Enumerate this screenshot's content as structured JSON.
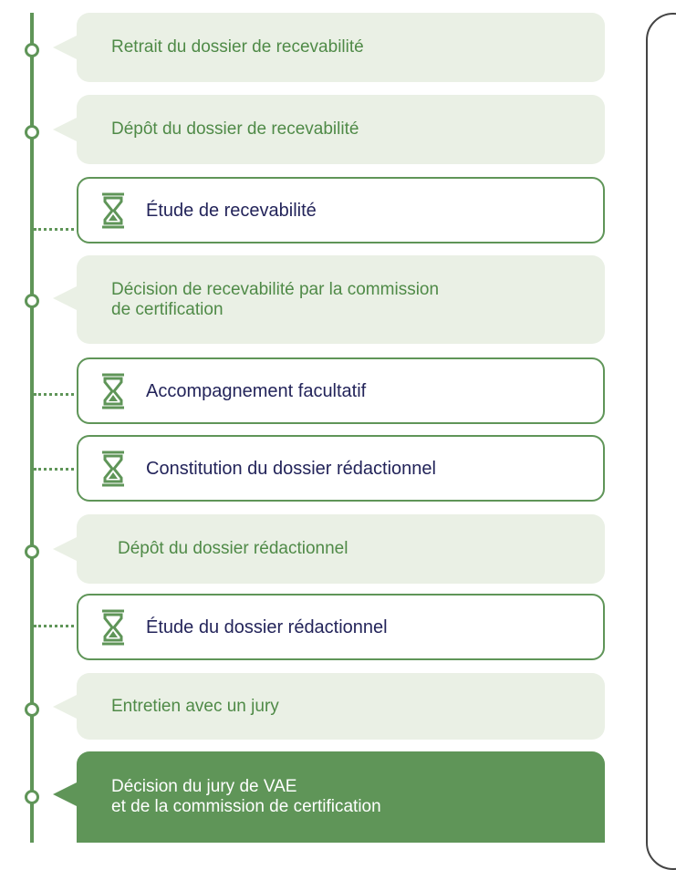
{
  "colors": {
    "timeline": "#5f9558",
    "card_fill": "#eaf0e5",
    "card_text": "#4f8a47",
    "outlined_text": "#23245a",
    "highlight": "#5f9558"
  },
  "steps": [
    {
      "label": "Retrait du dossier de recevabilité",
      "kind": "milestone"
    },
    {
      "label": "Dépôt du dossier de recevabilité",
      "kind": "milestone"
    },
    {
      "label": "Étude de recevabilité",
      "kind": "waiting",
      "icon": "hourglass-icon"
    },
    {
      "label": "Décision de recevabilité par la commission\nde certification",
      "kind": "milestone"
    },
    {
      "label": "Accompagnement facultatif",
      "kind": "waiting",
      "icon": "hourglass-icon"
    },
    {
      "label": "Constitution du dossier rédactionnel",
      "kind": "waiting",
      "icon": "hourglass-icon"
    },
    {
      "label": "Dépôt du dossier rédactionnel",
      "kind": "milestone"
    },
    {
      "label": "Étude du dossier rédactionnel",
      "kind": "waiting",
      "icon": "hourglass-icon"
    },
    {
      "label": "Entretien avec un jury",
      "kind": "milestone"
    },
    {
      "label": "Décision du jury de VAE\net de la commission de certification",
      "kind": "final"
    }
  ]
}
